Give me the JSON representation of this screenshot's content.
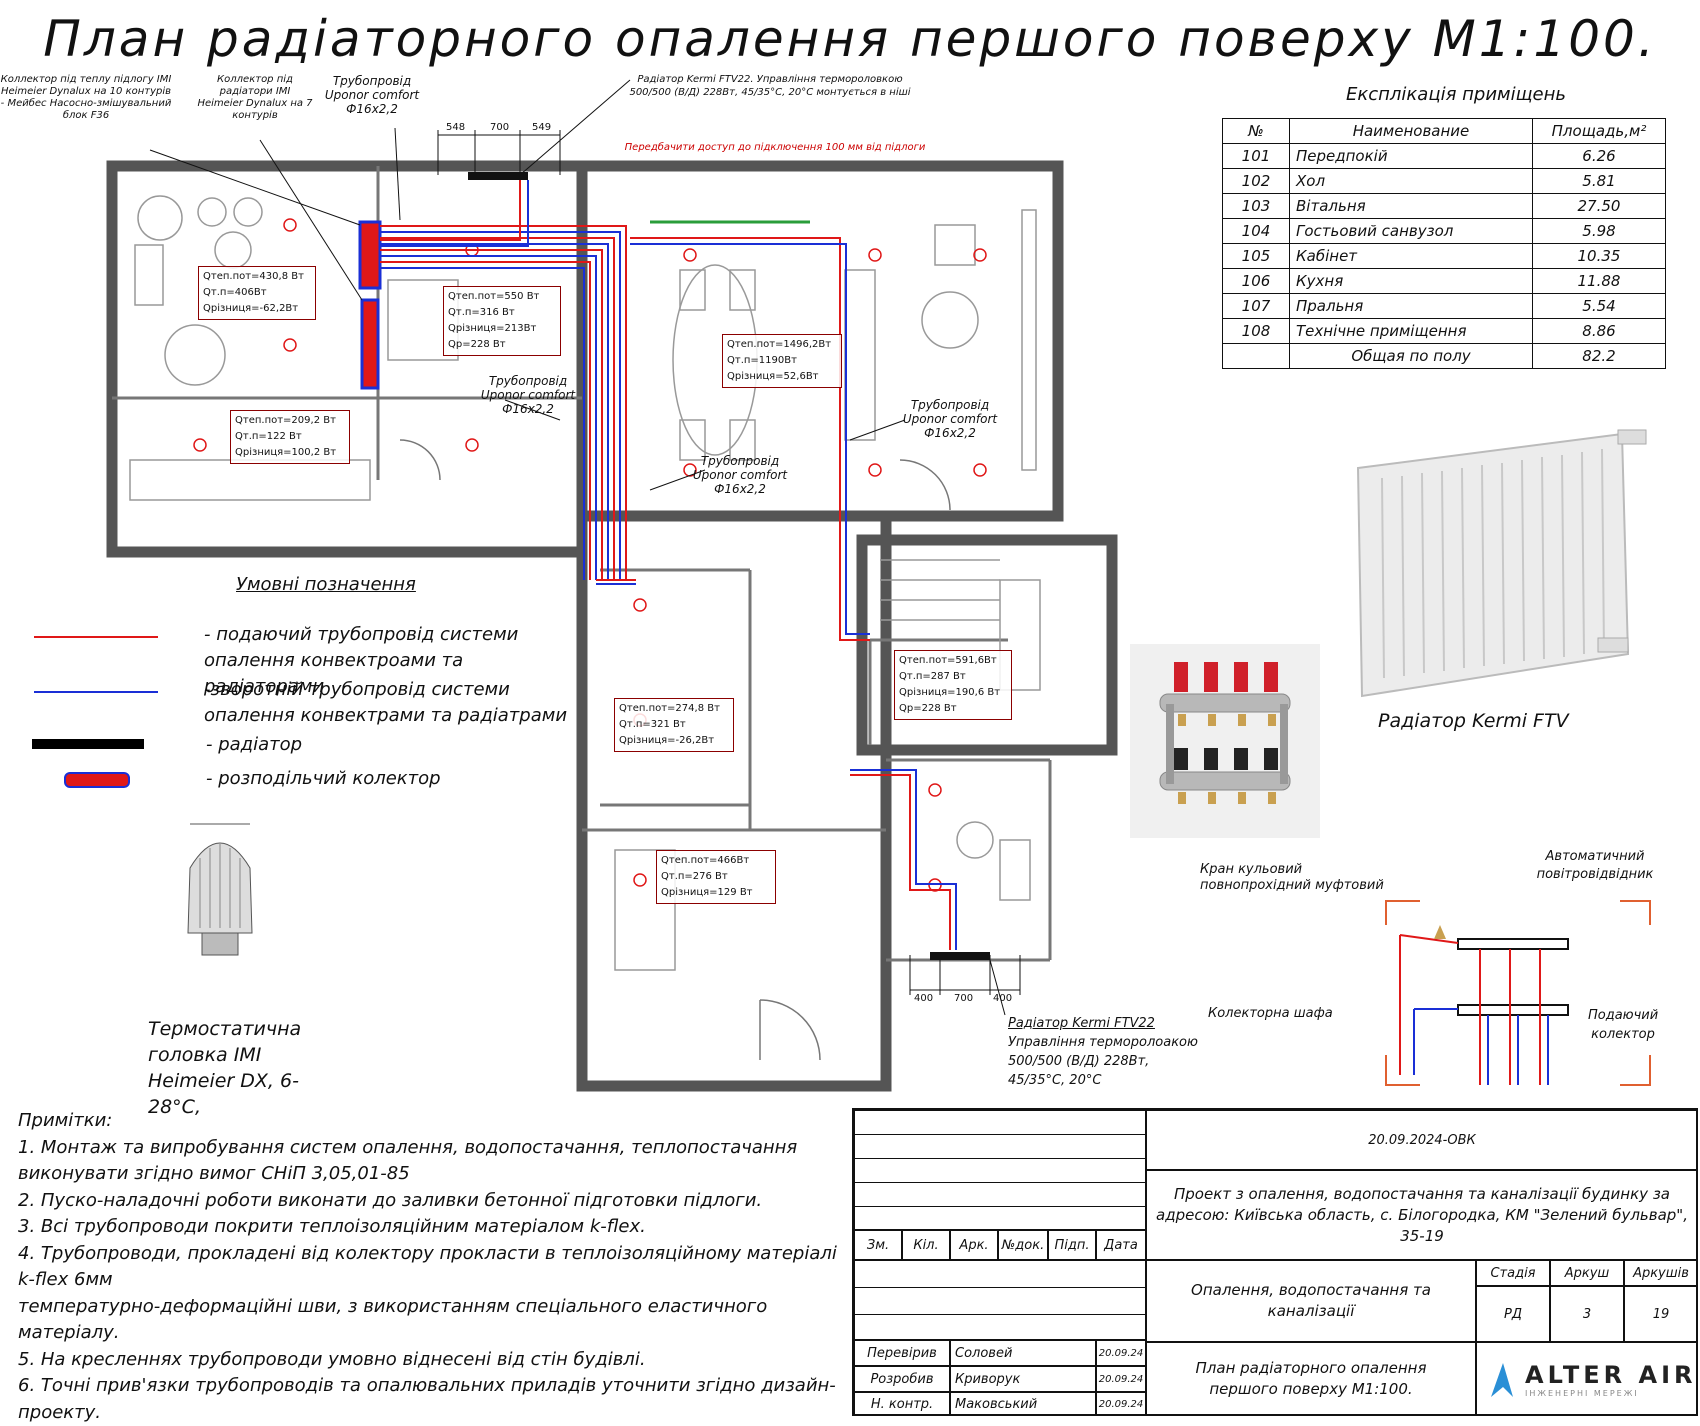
{
  "title": "План радіаторного опалення першого поверху М1:100.",
  "explication": {
    "heading": "Експлікація приміщень",
    "col_num": "№",
    "col_name": "Наименование",
    "col_area": "Площадь,м²",
    "rows": [
      {
        "num": "101",
        "name": "Передпокій",
        "area": "6.26"
      },
      {
        "num": "102",
        "name": "Хол",
        "area": "5.81"
      },
      {
        "num": "103",
        "name": "Вітальня",
        "area": "27.50"
      },
      {
        "num": "104",
        "name": "Гостьовий санвузол",
        "area": "5.98"
      },
      {
        "num": "105",
        "name": "Кабінет",
        "area": "10.35"
      },
      {
        "num": "106",
        "name": "Кухня",
        "area": "11.88"
      },
      {
        "num": "107",
        "name": "Пральня",
        "area": "5.54"
      },
      {
        "num": "108",
        "name": "Технічне приміщення",
        "area": "8.86"
      }
    ],
    "total_label": "Общая по полу",
    "total_area": "82.2"
  },
  "legend": {
    "heading": "Умовні позначення",
    "items": [
      {
        "text": "- подаючий трубопровід системи опалення конвектроами та радіаторами",
        "color": "#e01818"
      },
      {
        "text": "-зворотній трубопровід системи опалення конвектрами та радіатрами",
        "color": "#1a2fd6"
      },
      {
        "text": "- радіатор",
        "color": "#000000"
      },
      {
        "text": "- розподільчий колектор",
        "color": "#e01818"
      }
    ]
  },
  "labels": {
    "coll_floor": "Коллектор під теплу підлогу IMI Heimeier Dynalux на 10 контурів - Мейбес Насосно-змішувальний блок F36",
    "coll_rad": "Коллектор під радіатори IMI Heimeier Dynalux на 7 контурів",
    "pipe_top": "Трубопровід Uponor comfort Ф16х2,2",
    "radiator_top": "Радіатор Kermi FTV22. Управління термороловкою 500/500 (В/Д) 228Вт, 45/35°С, 20°С монтується в ніші",
    "radiator_top_note": "Передбачити доступ до підключення 100 мм від підлоги",
    "pipe_mid": "Трубопровід Uponor comfort Ф16х2,2",
    "pipe_center": "Трубопровід Uponor comfort Ф16х2,2",
    "pipe_right": "Трубопровід Uponor comfort Ф16х2,2",
    "radiator_bottom_line1": "Радіатор Kermi FTV22",
    "radiator_bottom_rest": "Управління терморолоакою 500/500 (В/Д) 228Вт, 45/35°С, 20°С",
    "dim_top": [
      "548",
      "700",
      "549"
    ],
    "dim_bottom": [
      "400",
      "700",
      "400"
    ]
  },
  "heat_boxes": [
    {
      "l1": "Qтеп.пот=430,8 Вт",
      "l2": "Qт.п=406Вт",
      "l3": "Qрізниця=-62,2Вт"
    },
    {
      "l1": "Qтеп.пот=550 Вт",
      "l2": "Qт.п=316 Вт",
      "l3": "Qрізниця=213Вт",
      "l4": "Qр=228 Вт"
    },
    {
      "l1": "Qтеп.пот=209,2 Вт",
      "l2": "Qт.п=122 Вт",
      "l3": "Qрізниця=100,2 Вт"
    },
    {
      "l1": "Qтеп.пот=1496,2Вт",
      "l2": "Qт.п=1190Вт",
      "l3": "Qрізниця=52,6Вт"
    },
    {
      "l1": "Qтеп.пот=591,6Вт",
      "l2": "Qт.п=287 Вт",
      "l3": "Qрізниця=190,6 Вт",
      "l4": "Qр=228 Вт"
    },
    {
      "l1": "Qтеп.пот=274,8 Вт",
      "l2": "Qт.п=321 Вт",
      "l3": "Qрізниця=-26,2Вт"
    },
    {
      "l1": "Qтеп.пот=466Вт",
      "l2": "Qт.п=276 Вт",
      "l3": "Qрізниця=129 Вт"
    }
  ],
  "products": {
    "radiator_caption": "Радіатор Kermi FTV",
    "thermo_caption": "Термостатична головка IMI Heimeier DX, 6-28°С,",
    "valve_label": "Кран кульовий повнопрохідний муфтовий",
    "air_vent_label": "Автоматичний повітровідвідник",
    "cabinet_label": "Колекторна шафа",
    "supply_coll_label": "Подаючий колектор"
  },
  "notes": {
    "heading": "Примітки:",
    "items": [
      "1. Монтаж та випробування систем опалення, водопостачання, теплопостачання виконувати згідно вимог СНіП 3,05,01-85",
      "2. Пуско-наладочні роботи виконати до заливки бетонної підготовки підлоги.",
      "3. Всі трубопроводи покрити теплоізоляційним матеріалом k-flex.",
      "4. Трубопроводи, прокладені від колектору прокласти в теплоізоляційному матеріалі k-flex 6мм",
      "температурно-деформаційні шви, з використанням спеціального еластичного матеріалу.",
      "5. На кресленнях трубопроводи умовно віднесені від стін будівлі.",
      "6. Точні прив'язки трубопроводів та опалювальних приладів уточнити згідно дизайн-проекту."
    ]
  },
  "stamp": {
    "code": "20.09.2024-ОВК",
    "project": "Проект з опалення, водопостачання та каналізації будинку за адресою: Київська область, с. Білогородка, КМ \"Зелений бульвар\", 35-19",
    "headers": [
      "Зм.",
      "Кіл.",
      "Арк.",
      "№док.",
      "Підп.",
      "Дата"
    ],
    "section": "Опалення, водопостачання та каналізації",
    "stage_label": "Стадія",
    "sheet_label": "Аркуш",
    "sheets_label": "Аркушів",
    "stage": "РД",
    "sheet": "3",
    "sheets": "19",
    "roles": [
      {
        "role": "Перевірив",
        "name": "Соловей",
        "date": "20.09.24"
      },
      {
        "role": "Розробив",
        "name": "Криворук",
        "date": "20.09.24"
      },
      {
        "role": "Н. контр.",
        "name": "Маковський",
        "date": "20.09.24"
      }
    ],
    "sheet_title": "План радіаторного опалення першого поверху М1:100.",
    "logo": "ALTER AIR",
    "logo_sub": "ІНЖЕНЕРНІ МЕРЕЖІ"
  },
  "colors": {
    "supply": "#e01818",
    "return": "#1a2fd6",
    "wall": "#555555",
    "box": "#8b0000"
  }
}
